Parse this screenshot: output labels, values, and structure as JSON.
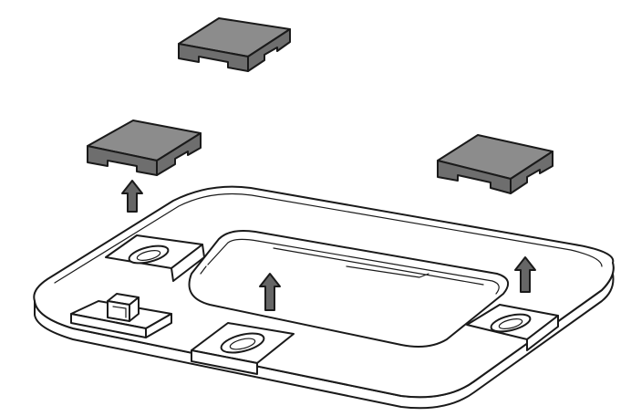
{
  "figure": {
    "caption": "",
    "colors": {
      "ink": "#1a1a1a",
      "paper": "#ffffff",
      "cover_top": "#8c8c8c",
      "cover_side": "#6e6e6e",
      "arrow": "#666666"
    }
  },
  "parts": [
    {
      "name": "cover-top",
      "kind": "cover"
    },
    {
      "name": "cover-left",
      "kind": "cover"
    },
    {
      "name": "cover-right",
      "kind": "cover"
    },
    {
      "name": "base-frame",
      "kind": "frame"
    },
    {
      "name": "port-connector",
      "kind": "connector"
    },
    {
      "name": "slot-left",
      "kind": "slot"
    },
    {
      "name": "slot-front",
      "kind": "slot"
    },
    {
      "name": "slot-right",
      "kind": "slot"
    }
  ],
  "arrows": [
    {
      "name": "arrow-left",
      "direction": "up"
    },
    {
      "name": "arrow-center",
      "direction": "up"
    },
    {
      "name": "arrow-right",
      "direction": "up"
    }
  ]
}
